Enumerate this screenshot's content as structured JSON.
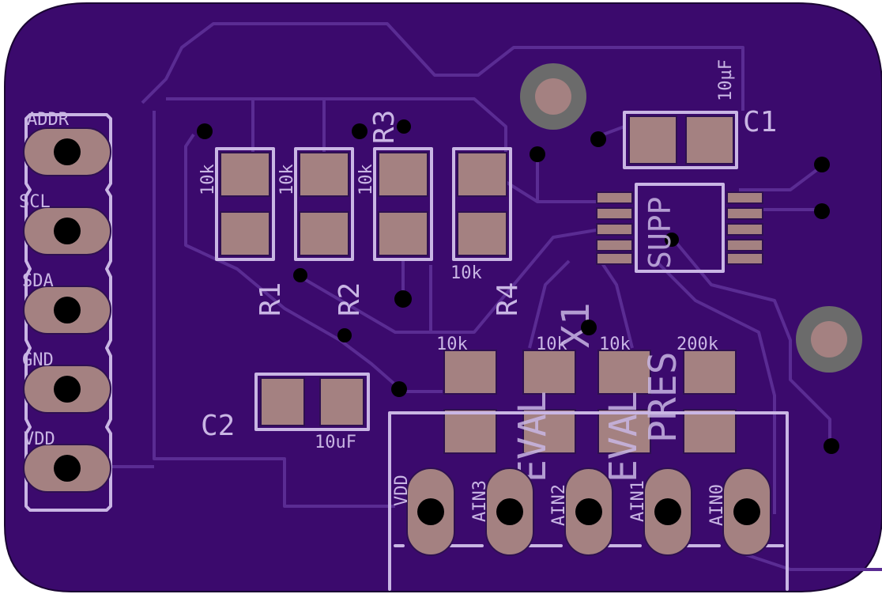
{
  "board": {
    "colors": {
      "soldermask": "#3b0a6d",
      "trace": "#5a2c93",
      "silkscreen": "#c9b6e4",
      "pad": "#a48181",
      "drill": "#000000",
      "mount_hole": "#6b6b6b"
    }
  },
  "header_left": {
    "pins": [
      "ADDR",
      "SCL",
      "SDA",
      "GND",
      "VDD"
    ]
  },
  "header_bottom": {
    "pins": [
      "VDD",
      "AIN3",
      "AIN2",
      "AIN1",
      "AIN0"
    ]
  },
  "components": {
    "r1": {
      "ref": "R1",
      "value": "10k"
    },
    "r2": {
      "ref": "R2",
      "value": "10k"
    },
    "r3": {
      "ref": "R3",
      "value": "10k"
    },
    "r4": {
      "ref": "R4",
      "value": "10k"
    },
    "c1": {
      "ref": "C1",
      "value": "10µF"
    },
    "c2": {
      "ref": "C2",
      "value": "10uF"
    },
    "u1": {
      "ref": "SUPP"
    },
    "x1": {
      "ref": "X1"
    },
    "x2": {
      "ref": "EVAL"
    },
    "x3": {
      "ref": "EVAL"
    },
    "x4": {
      "ref": "PRES"
    }
  },
  "bottom_resistors": [
    "10k",
    "10k",
    "10k",
    "200k"
  ]
}
